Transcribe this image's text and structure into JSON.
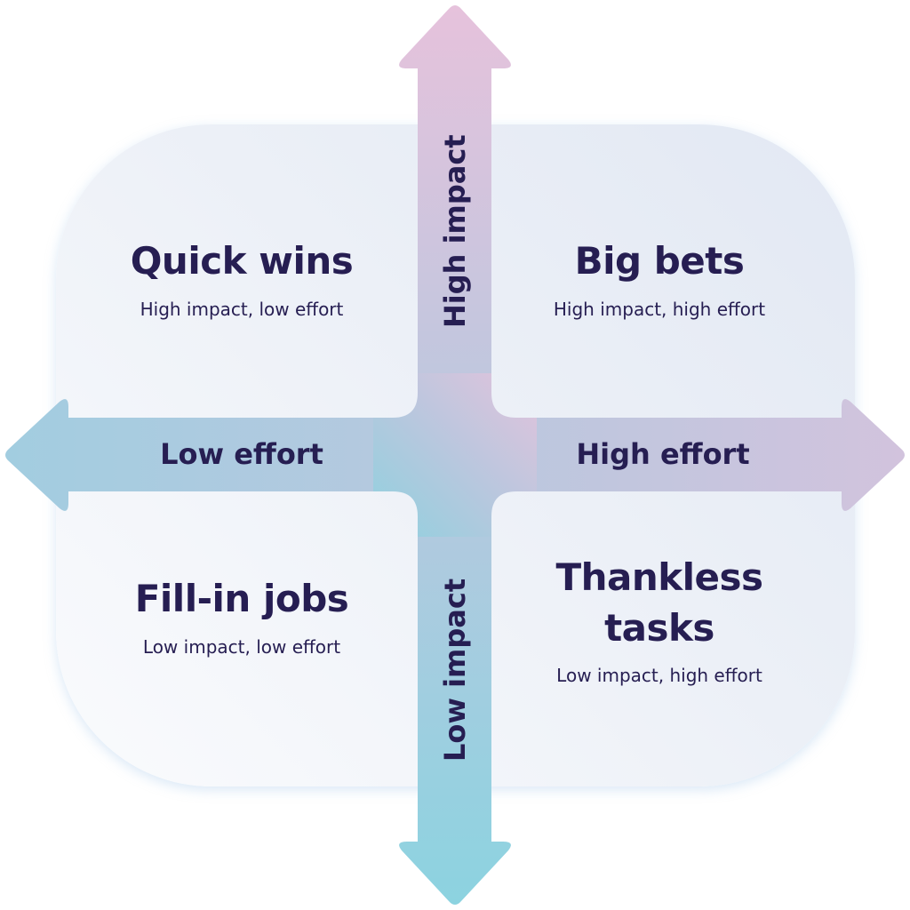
{
  "diagram": {
    "type": "priority-matrix",
    "axes": {
      "up": "High impact",
      "down": "Low impact",
      "left": "Low effort",
      "right": "High effort"
    },
    "quadrants": [
      {
        "position": "top-left",
        "title": "Quick wins",
        "subtitle": "High impact, low effort"
      },
      {
        "position": "top-right",
        "title": "Big bets",
        "subtitle": "High impact, high effort"
      },
      {
        "position": "bottom-left",
        "title": "Fill-in jobs",
        "subtitle": "Low impact, low effort"
      },
      {
        "position": "bottom-right",
        "title_line1": "Thankless",
        "title_line2": "tasks",
        "subtitle": "Low impact, high effort"
      }
    ]
  },
  "colors": {
    "text": "#261e52",
    "arrow_pink": "#e6c2dc",
    "arrow_mauve": "#d2c3dd",
    "arrow_mid": "#b8c8df",
    "arrow_blue": "#a2cde0",
    "arrow_cyan": "#8cd3e0",
    "panel_top": "#e2e8f3",
    "panel_bottom": "#fafbfd"
  }
}
